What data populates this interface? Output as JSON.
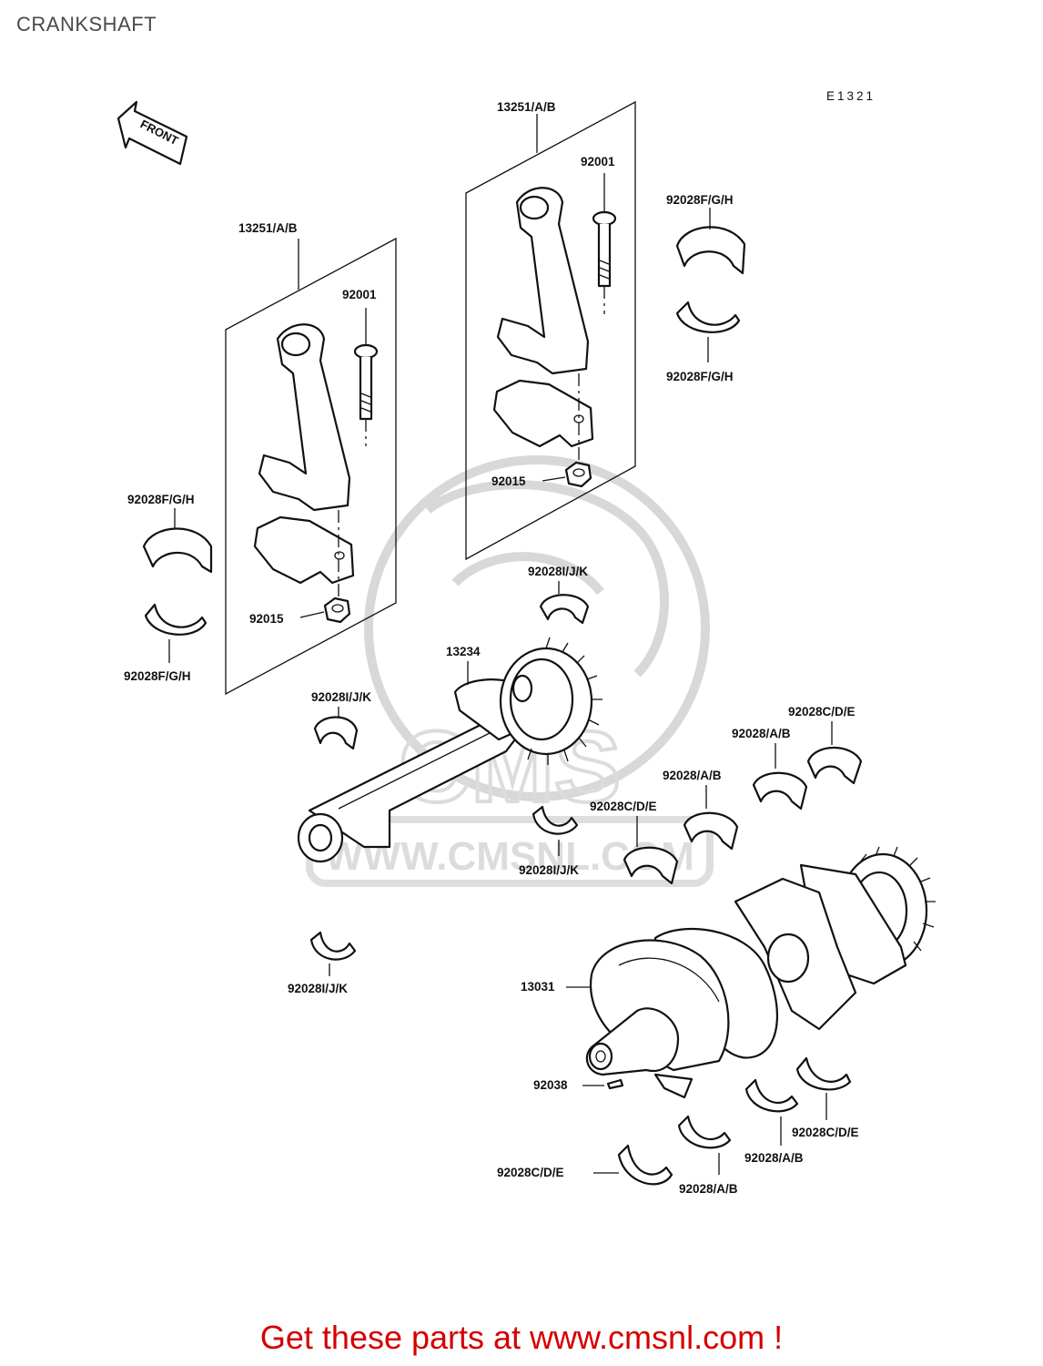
{
  "title": "CRANKSHAFT",
  "diagram_code": "E1321",
  "front_arrow_label": "FRONT",
  "watermark_text": "WWW.CMSNL.COM",
  "watermark_logo_text": "CMS",
  "footer_text": "Get these parts at www.cmsnl.com !",
  "colors": {
    "footer": "#d40000",
    "lines": "#111111",
    "watermark": "#d8d8d8"
  },
  "labels": {
    "conrod_left": "13251/A/B",
    "conrod_right": "13251/A/B",
    "bolt_left": "92001",
    "bolt_right": "92001",
    "nut_left": "92015",
    "nut_right": "92015",
    "bearing_fgh_1": "92028F/G/H",
    "bearing_fgh_2": "92028F/G/H",
    "bearing_fgh_3": "92028F/G/H",
    "bearing_fgh_4": "92028F/G/H",
    "bearing_ijk_1": "92028I/J/K",
    "bearing_ijk_2": "92028I/J/K",
    "bearing_ijk_3": "92028I/J/K",
    "bearing_ijk_4": "92028I/J/K",
    "balancer": "13234",
    "bearing_cde_1": "92028C/D/E",
    "bearing_cde_2": "92028C/D/E",
    "bearing_cde_3": "92028C/D/E",
    "bearing_cde_4": "92028C/D/E",
    "bearing_ab_1": "92028/A/B",
    "bearing_ab_2": "92028/A/B",
    "bearing_ab_3": "92028/A/B",
    "bearing_ab_4": "92028/A/B",
    "crankshaft": "13031",
    "key": "92038"
  }
}
